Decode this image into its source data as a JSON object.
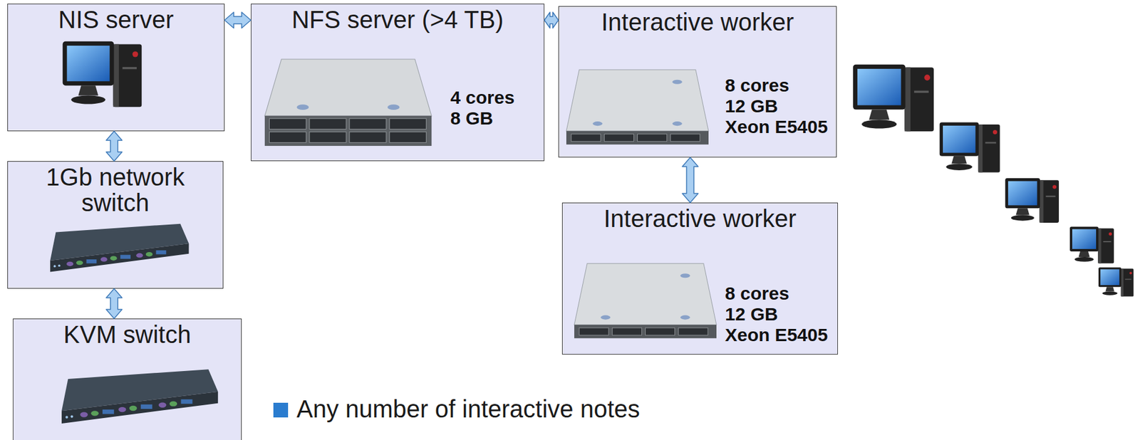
{
  "diagram": {
    "nodes": [
      {
        "text": [
          "NIS server"
        ]
      },
      {
        "text": [
          "NFS server (>4 TB)",
          "4 cores",
          "8 GB"
        ]
      },
      {
        "text": [
          "Interactive worker",
          "8 cores",
          "12 GB",
          "Xeon E5405"
        ]
      },
      {
        "text": [
          "1Gb network switch"
        ]
      },
      {
        "text": [
          "Interactive worker",
          "8 cores",
          "12 GB",
          "Xeon E5405"
        ]
      },
      {
        "text": [
          "KVM switch"
        ]
      }
    ],
    "edges": [
      {
        "from": 0,
        "to": 1,
        "arrow": "both"
      },
      {
        "from": 1,
        "to": 2,
        "arrow": "both"
      },
      {
        "from": 0,
        "to": 3,
        "arrow": "both"
      },
      {
        "from": 3,
        "to": 5,
        "arrow": "both"
      },
      {
        "from": 2,
        "to": 4,
        "arrow": "both"
      }
    ],
    "labels": [
      "Any number of interactive notes"
    ]
  }
}
